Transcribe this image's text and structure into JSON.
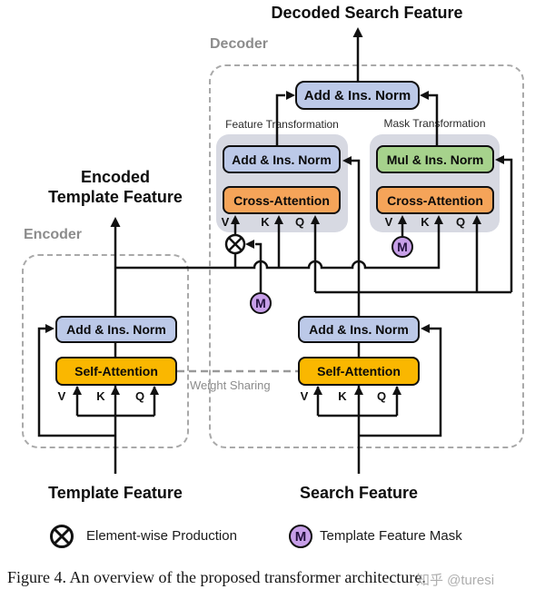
{
  "diagram": {
    "decoded_output_title": "Decoded Search Feature",
    "encoder": {
      "label": "Encoder",
      "output_line1": "Encoded",
      "output_line2": "Template Feature",
      "input_label": "Template Feature",
      "add_norm": "Add & Ins. Norm",
      "self_attention": "Self-Attention"
    },
    "decoder": {
      "label": "Decoder",
      "input_label": "Search Feature",
      "top_add_norm": "Add & Ins. Norm",
      "add_norm": "Add & Ins. Norm",
      "self_attention": "Self-Attention",
      "feature_branch": {
        "label": "Feature Transformation",
        "norm": "Add & Ins. Norm",
        "attention": "Cross-Attention"
      },
      "mask_branch": {
        "label": "Mask Transformation",
        "norm": "Mul & Ins. Norm",
        "attention": "Cross-Attention"
      }
    },
    "weight_sharing": "Weight Sharing",
    "mask_symbol": "M",
    "vkq": [
      "V",
      "K",
      "Q"
    ]
  },
  "legend": {
    "elementwise": "Element-wise Production",
    "mask": "Template Feature Mask"
  },
  "caption": "Figure 4. An overview of the proposed transformer architecture.",
  "watermark": "知乎 @turesi",
  "colors": {
    "norm_blue": "#bcc9e8",
    "attention_orange": "#f5a459",
    "mul_green": "#a6d28c",
    "self_attention_yellow": "#fab700",
    "group_gray": "#d7d9e2",
    "mask_purple": "#c79fe8",
    "dashed_border": "#a9a9a9",
    "line_black": "#111111"
  }
}
